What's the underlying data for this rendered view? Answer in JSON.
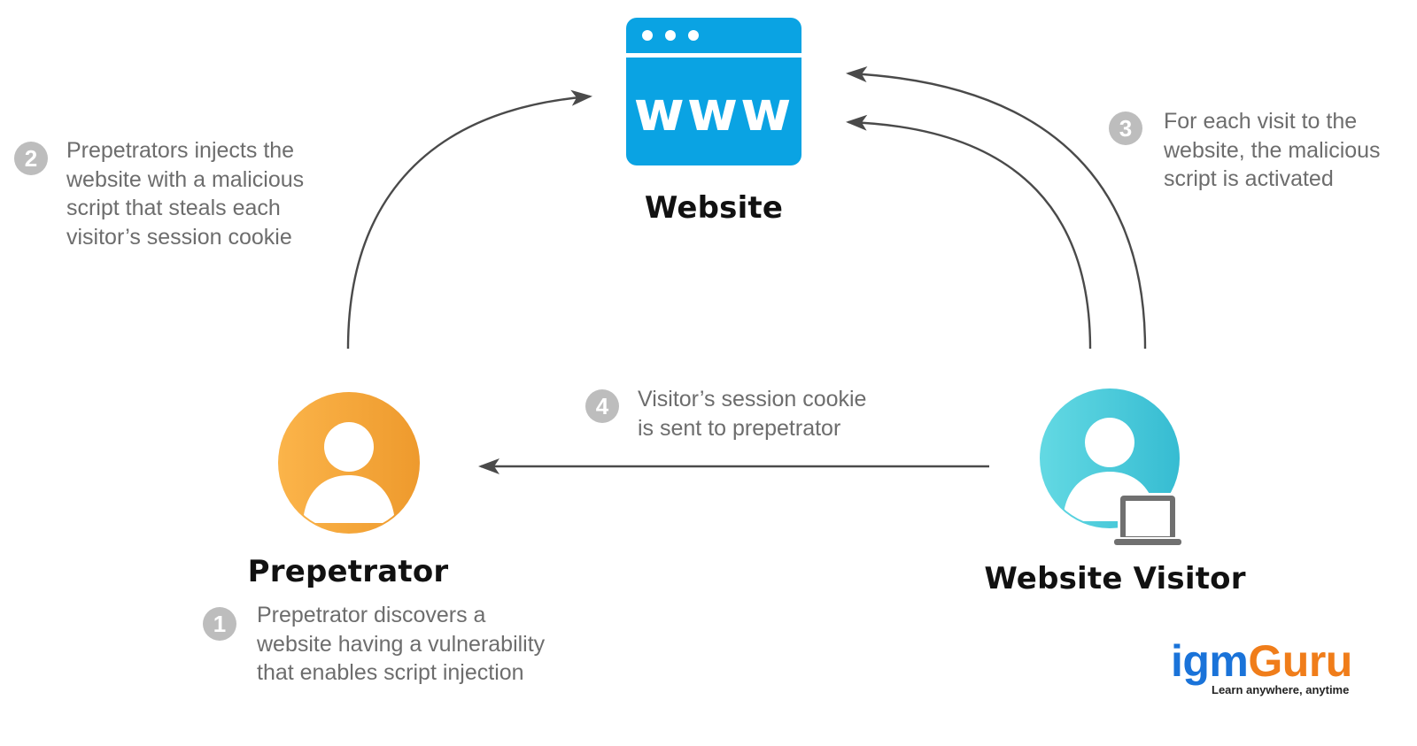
{
  "nodes": {
    "website": {
      "label": "Website",
      "browser_text": "www"
    },
    "perpetrator": {
      "label": "Prepetrator"
    },
    "visitor": {
      "label": "Website Visitor"
    }
  },
  "steps": [
    {
      "number": "1",
      "lines": [
        "Prepetrator discovers a",
        "website having a vulnerability",
        "that enables script injection"
      ]
    },
    {
      "number": "2",
      "lines": [
        "Prepetrators injects the",
        "website with a malicious",
        "script that steals each",
        "visitor’s session cookie"
      ]
    },
    {
      "number": "3",
      "lines": [
        "For each visit to the",
        "website, the malicious",
        "script is activated"
      ]
    },
    {
      "number": "4",
      "lines": [
        "Visitor’s session cookie",
        "is sent to prepetrator"
      ]
    }
  ],
  "logo": {
    "part_a": "igm",
    "part_b": "Guru",
    "tagline": "Learn anywhere, anytime"
  },
  "colors": {
    "website_icon": "#0aa3e3",
    "perpetrator": "#f39c2c",
    "visitor": "#3fc3d6",
    "arrow": "#4a4a4a",
    "step_text": "#6d6d6d",
    "badge": "#bdbdbd",
    "logo_blue": "#1a73d9",
    "logo_orange": "#f07d1a"
  }
}
